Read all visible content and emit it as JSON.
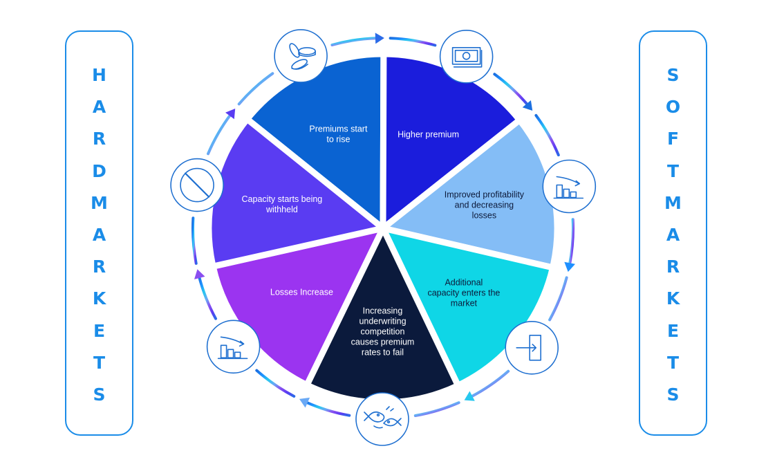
{
  "left_panel": {
    "letters": [
      "H",
      "A",
      "R",
      "D",
      "M",
      "A",
      "R",
      "K",
      "E",
      "T",
      "S"
    ]
  },
  "right_panel": {
    "letters": [
      "S",
      "O",
      "F",
      "T",
      "M",
      "A",
      "R",
      "K",
      "E",
      "T",
      "S"
    ]
  },
  "segments": [
    {
      "lines": [
        "Premiums start",
        "to rise"
      ],
      "color": "#0a63d2",
      "text_color": "#ffffff",
      "icon": "coins-icon"
    },
    {
      "lines": [
        "Higher premium"
      ],
      "color": "#1b1ddc",
      "text_color": "#ffffff",
      "icon": "banknote-icon"
    },
    {
      "lines": [
        "Improved profitability",
        "and decreasing",
        "losses"
      ],
      "color": "#84bdf6",
      "text_color": "#0d1a3a",
      "icon": "chart-down-icon"
    },
    {
      "lines": [
        "Additional",
        "capacity enters the",
        "market"
      ],
      "color": "#0fd6e6",
      "text_color": "#0d1a3a",
      "icon": "enter-door-icon"
    },
    {
      "lines": [
        "Increasing",
        "underwriting",
        "competition",
        "causes premium",
        "rates to fail"
      ],
      "color": "#0b1a3c",
      "text_color": "#ffffff",
      "icon": "fish-compete-icon"
    },
    {
      "lines": [
        "Losses Increase"
      ],
      "color": "#9b34f0",
      "text_color": "#ffffff",
      "icon": "chart-down-icon"
    },
    {
      "lines": [
        "Capacity starts being",
        "withheld"
      ],
      "color": "#5a3cf2",
      "text_color": "#ffffff",
      "icon": "no-entry-icon"
    }
  ],
  "colors": {
    "panel_border": "#1a8ce8",
    "icon_stroke": "#1e6fd0",
    "arc_gradient": [
      "#1b6fe0",
      "#1e90ff",
      "#27c8ef",
      "#6aa9f5",
      "#8a4ef0",
      "#5a3cf2",
      "#2b6be8"
    ]
  }
}
